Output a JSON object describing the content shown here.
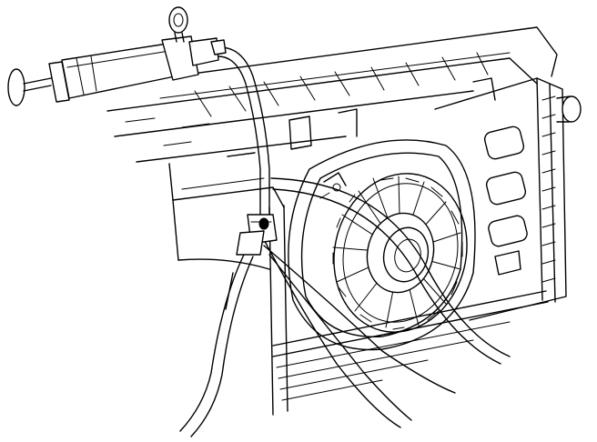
{
  "figure": {
    "type": "technical-line-drawing",
    "colors": {
      "ink": "#000000",
      "paper": "#ffffff"
    },
    "parts": [
      {
        "id": "hand-vacuum-pump",
        "icon": "vacuum-pump-icon"
      },
      {
        "id": "vacuum-hose",
        "icon": "hose-icon"
      },
      {
        "id": "hose-connector",
        "icon": "connector-icon"
      },
      {
        "id": "cooling-fan",
        "icon": "fan-icon"
      },
      {
        "id": "fan-shroud",
        "icon": "shroud-icon"
      },
      {
        "id": "radiator",
        "icon": "radiator-icon"
      },
      {
        "id": "bumper-cover",
        "icon": "bumper-icon"
      },
      {
        "id": "tube-lines",
        "icon": "tube-icon"
      }
    ]
  }
}
